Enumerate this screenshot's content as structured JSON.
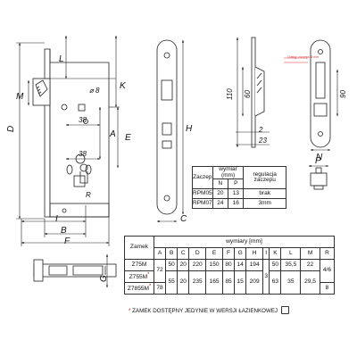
{
  "dimension_labels": {
    "D": "D",
    "L": "L",
    "K": "K",
    "M": "M",
    "phi8": "⌀ 8",
    "d38_top": "38",
    "A": "A",
    "E": "E",
    "d38_bottom": "38",
    "R": "R",
    "I": "I",
    "B": "B",
    "F": "F",
    "G": "G",
    "H": "H",
    "C": "C",
    "d110": "110",
    "d60": "60",
    "d2": "2",
    "d23": "23",
    "d90": "90",
    "N": "N",
    "P": "P"
  },
  "red_note": "Odstęp zaczepu 3 mm",
  "zaczep_table": {
    "col_zaczep": "Zaczep",
    "col_wymiar": "wymiar (mm)",
    "col_regulacja": "regulacja zaczepu",
    "sub_N": "N",
    "sub_P": "P",
    "rows": [
      {
        "name": "RPM05",
        "N": "20",
        "P": "13",
        "reg": "brak"
      },
      {
        "name": "RPM07",
        "N": "24",
        "P": "16",
        "reg": "3mm"
      }
    ]
  },
  "dims_table": {
    "col_zamek": "Zamek",
    "col_wymiary": "wymiary [mm]",
    "headers": [
      "A",
      "B",
      "C",
      "D",
      "E",
      "F",
      "G",
      "H",
      "I",
      "K",
      "L",
      "M",
      "R"
    ],
    "rows": [
      {
        "name": "Z75M",
        "A": "",
        "B": "50",
        "C": "20",
        "D": "220",
        "E": "150",
        "F": "80",
        "G": "14",
        "H": "194",
        "I": "",
        "K": "50",
        "L": "35,5",
        "M": "22",
        "R": ""
      },
      {
        "name": "Z755M",
        "star": "*",
        "A": "72",
        "B": "",
        "C": "",
        "D": "",
        "E": "",
        "F": "",
        "G": "",
        "H": "",
        "I": "3",
        "K": "",
        "L": "",
        "M": "",
        "R": "4/6"
      },
      {
        "name": "Z7855M",
        "star": "*",
        "A": "78",
        "B": "55",
        "C": "20",
        "D": "235",
        "E": "165",
        "F": "85",
        "G": "15",
        "H": "209",
        "I": "",
        "K": "63",
        "L": "35",
        "M": "29,5",
        "R": "8"
      }
    ]
  },
  "footnote": {
    "star": "*",
    "text": "ZAMEK DOSTĘPNY JEDYNIE W WERSJI ŁAZIENKOWEJ"
  }
}
